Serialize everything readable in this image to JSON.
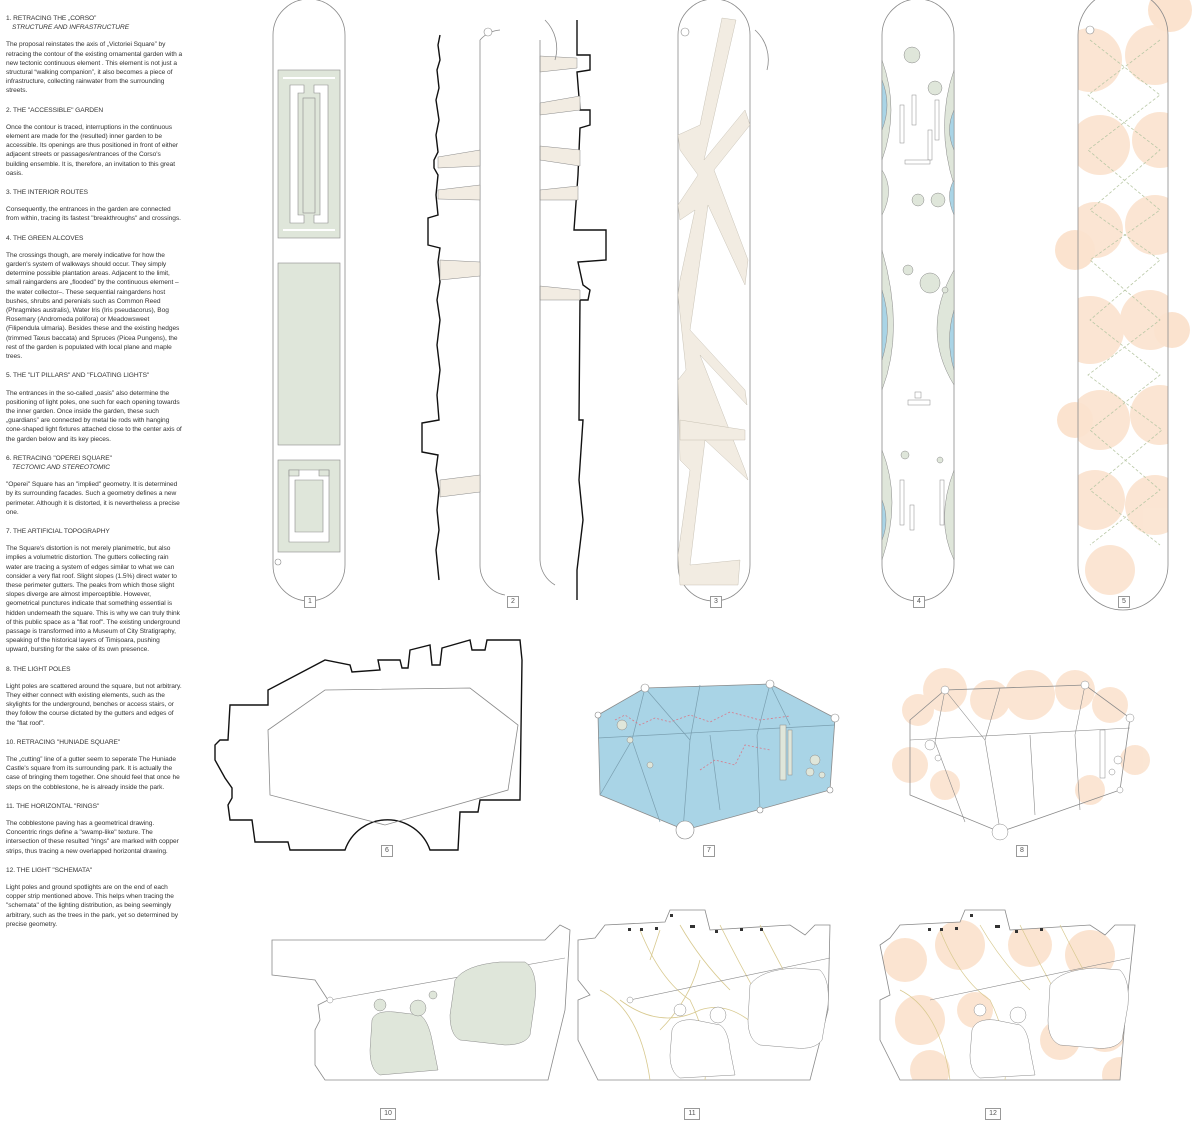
{
  "sections": [
    {
      "heading": "1. RETRACING THE „CORSO”",
      "subheading": "STRUCTURE AND INFRASTRUCTURE",
      "body": "The proposal reinstates the axis of „Victoriei Square” by retracing the contour of the existing ornamental garden with a new tectonic continuous element . This element is not just a structural “walking companion”, it also becomes a piece of infrastructure, collecting rainwater from the surrounding streets."
    },
    {
      "heading": "2.  THE \"ACCESSIBLE\" GARDEN",
      "subheading": "",
      "body": "Once the contour is traced, interruptions in the continuous element are made for the (resulted) inner garden to be accessible. Its openings are thus positioned in front of either adjacent streets or passages/entrances of the Corso's building ensemble. It is, therefore, an invitation to this great oasis."
    },
    {
      "heading": "3. THE INTERIOR ROUTES",
      "subheading": "",
      "body": "Consequently, the entrances in the garden are connected from within, tracing its fastest \"breakthroughs\" and crossings."
    },
    {
      "heading": "4. THE GREEN ALCOVES",
      "subheading": "",
      "body": "The crossings though, are merely indicative for how the garden's system of walkways should occur. They simply determine possible plantation areas. Adjacent to the limit, small raingardens are „flooded” by the continuous element – the water collector–. These sequential raingardens host bushes, shrubs and perenials such as Common Reed (Phragmites australis), Water Iris (Iris pseudacorus), Bog Rosemary (Andromeda polifora) or Meadowsweet (Filipendula ulmaria). Besides these and the existing hedges (trimmed Taxus baccata) and Spruces (Picea Pungens), the rest of the garden is populated with local plane and maple trees."
    },
    {
      "heading": "5. THE \"LIT PILLARS\" AND \"FLOATING LIGHTS\"",
      "subheading": "",
      "body": "The entrances in the so-called „oasis” also determine the positioning of light poles, one such for each opening towards the inner garden. Once inside the garden, these such „guardians” are connected by metal tie rods with hanging cone-shaped light fixtures attached close to the center axis of the garden below and its key pieces."
    },
    {
      "heading": "6. RETRACING \"OPEREI SQUARE\"",
      "subheading": "TECTONIC AND STEREOTOMIC",
      "body": "\"Operei\" Square has an \"implied\" geometry. It is determined by its surrounding facades. Such a geometry defines a new perimeter. Although it is distorted, it is nevertheless a precise one."
    },
    {
      "heading": "7. THE ARTIFICIAL TOPOGRAPHY",
      "subheading": "",
      "body": "The Square's distortion is not merely planimetric, but also implies a volumetric distortion. The gutters collecting rain water are tracing a system of edges similar to what we can consider a very flat roof. Slight slopes (1.5%) direct water to these perimeter gutters. The peaks from which those slight slopes diverge are almost imperceptible. However, geometrical punctures indicate that something essential is hidden underneath the square. This is why we can truly think of this public space as a \"flat roof\". The existing underground passage is transformed into a Museum of City Stratigraphy, speaking of the historical layers of Timișoara, pushing upward, bursting for the sake of its own presence."
    },
    {
      "heading": "8. THE LIGHT POLES",
      "subheading": "",
      "body": "Light poles are scattered around the square, but not arbitrary. They either connect with existing elements, such as the skylights for the underground, benches or access stairs, or they follow the course dictated by the gutters and edges of the \"flat roof\"."
    },
    {
      "heading": "10. RETRACING \"HUNIADE SQUARE\"",
      "subheading": "",
      "body": "The „cutting” line of a gutter seem to seperate The Huniade Castle's square from its surrounding park. It is actually the case of bringing them together. One should feel that once he steps on the cobblestone, he is already inside the park."
    },
    {
      "heading": "11. THE HORIZONTAL \"RINGS\"",
      "subheading": "",
      "body": "The cobblestone paving has a geometrical drawing. Concentric rings define a \"swamp-like\" texture. The intersection of these resulted \"rings\" are marked with copper strips, thus tracing a new overlapped horizontal drawing."
    },
    {
      "heading": "12. THE LIGHT \"SCHEMATA\"",
      "subheading": "",
      "body": "Light poles and ground spotlights are on the end of each copper strip mentioned above. This helps when tracing the \"schemata\" of the lighting distribution, as being seemingly arbitrary, such as the trees in the park, yet so determined by precise geometry."
    }
  ],
  "panel_labels": [
    "1",
    "2",
    "3",
    "4",
    "5",
    "6",
    "7",
    "8",
    "10",
    "11",
    "12"
  ],
  "colors": {
    "outline": "#8a8a8a",
    "bold_outline": "#111111",
    "green_fill": "#dfe6da",
    "path_fill": "#f2ece2",
    "water_fill": "#a9d4e6",
    "water_blue": "#8fc2d8",
    "tree_fill": "#fbe3cf",
    "dashed": "#b9c8a6",
    "copper": "#d8c98f",
    "red_dash": "#d87a8a"
  }
}
